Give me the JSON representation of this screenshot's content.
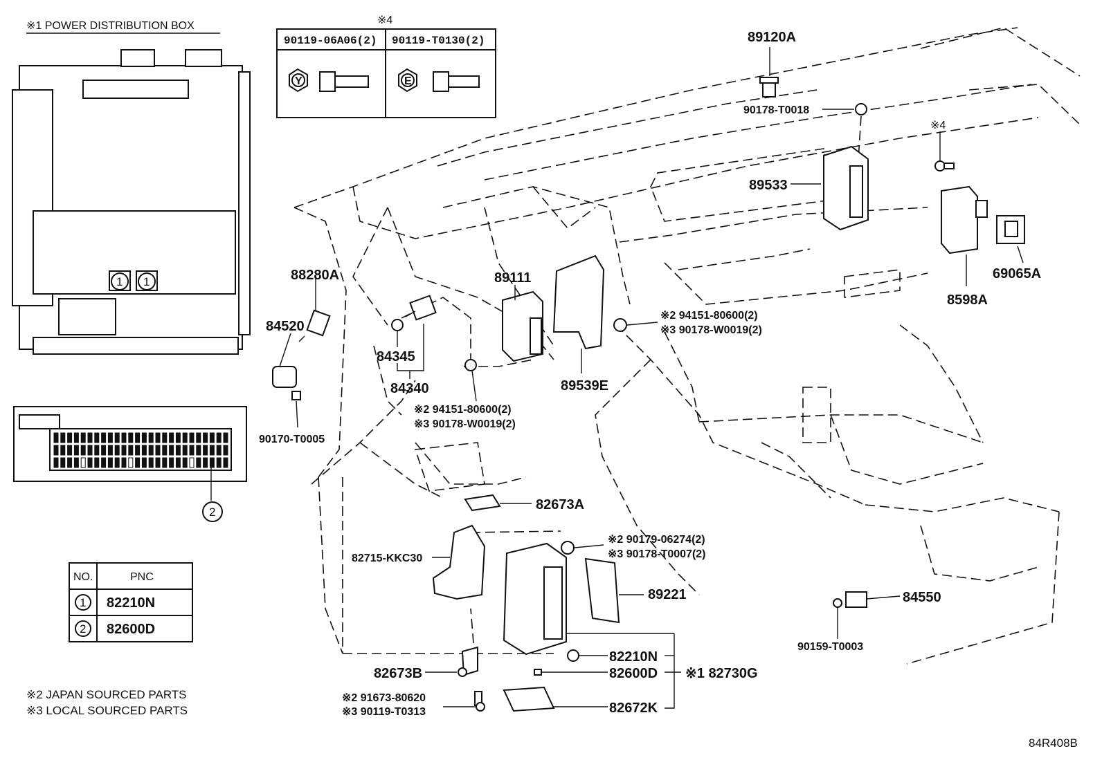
{
  "power_box": {
    "title": "※1  POWER DISTRIBUTION BOX",
    "mark1a": "1",
    "mark1b": "1",
    "mark2": "2"
  },
  "bolt_table": {
    "header": "※4",
    "col1": "90119-06A06(2)",
    "col2": "90119-T0130(2)",
    "sym1": "Y",
    "sym2": "E"
  },
  "pnc_table": {
    "head_no": "NO.",
    "head_pnc": "PNC",
    "rows": [
      {
        "no": "1",
        "pnc": "82210N"
      },
      {
        "no": "2",
        "pnc": "82600D"
      }
    ]
  },
  "notes": {
    "japan": "※2 JAPAN SOURCED PARTS",
    "local": "※3 LOCAL SOURCED PARTS"
  },
  "ref_code": "84R408B",
  "labels": {
    "p89120A": "89120A",
    "p90178T0018": "90178-T0018",
    "p89533": "89533",
    "p4mark": "※4",
    "p8598A": "8598A",
    "p69065A": "69065A",
    "p89111": "89111",
    "p88280A": "88280A",
    "p84520": "84520",
    "p84345": "84345",
    "p84340": "84340",
    "p90170T0005": "90170-T0005",
    "p89539E": "89539E",
    "r_a1": "※2 94151-80600(2)",
    "r_a2": "※3 90178-W0019(2)",
    "r_b1": "※2 94151-80600(2)",
    "r_b2": "※3 90178-W0019(2)",
    "p82673A": "82673A",
    "p82715": "82715-KKC30",
    "r_c1": "※2 90179-06274(2)",
    "r_c2": "※3 90178-T0007(2)",
    "p89221": "89221",
    "p84550": "84550",
    "p90159T0003": "90159-T0003",
    "p82210N": "82210N",
    "p82600D": "82600D",
    "p82730G": "※1 82730G",
    "p82672K": "82672K",
    "p82673B": "82673B",
    "r_d1": "※2 91673-80620",
    "r_d2": "※3 90119-T0313"
  }
}
